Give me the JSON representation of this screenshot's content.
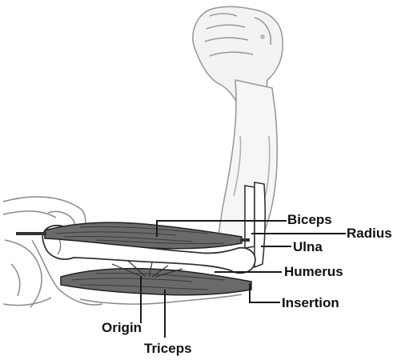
{
  "colors": {
    "ink": "#1a1a1a",
    "sketch": "#9a9a9a",
    "muscle": "#555555",
    "tendon": "#333333"
  },
  "labels": {
    "biceps": "Biceps",
    "radius": "Radius",
    "ulna": "Ulna",
    "humerus": "Humerus",
    "insertion": "Insertion",
    "origin": "Origin",
    "triceps": "Triceps"
  }
}
